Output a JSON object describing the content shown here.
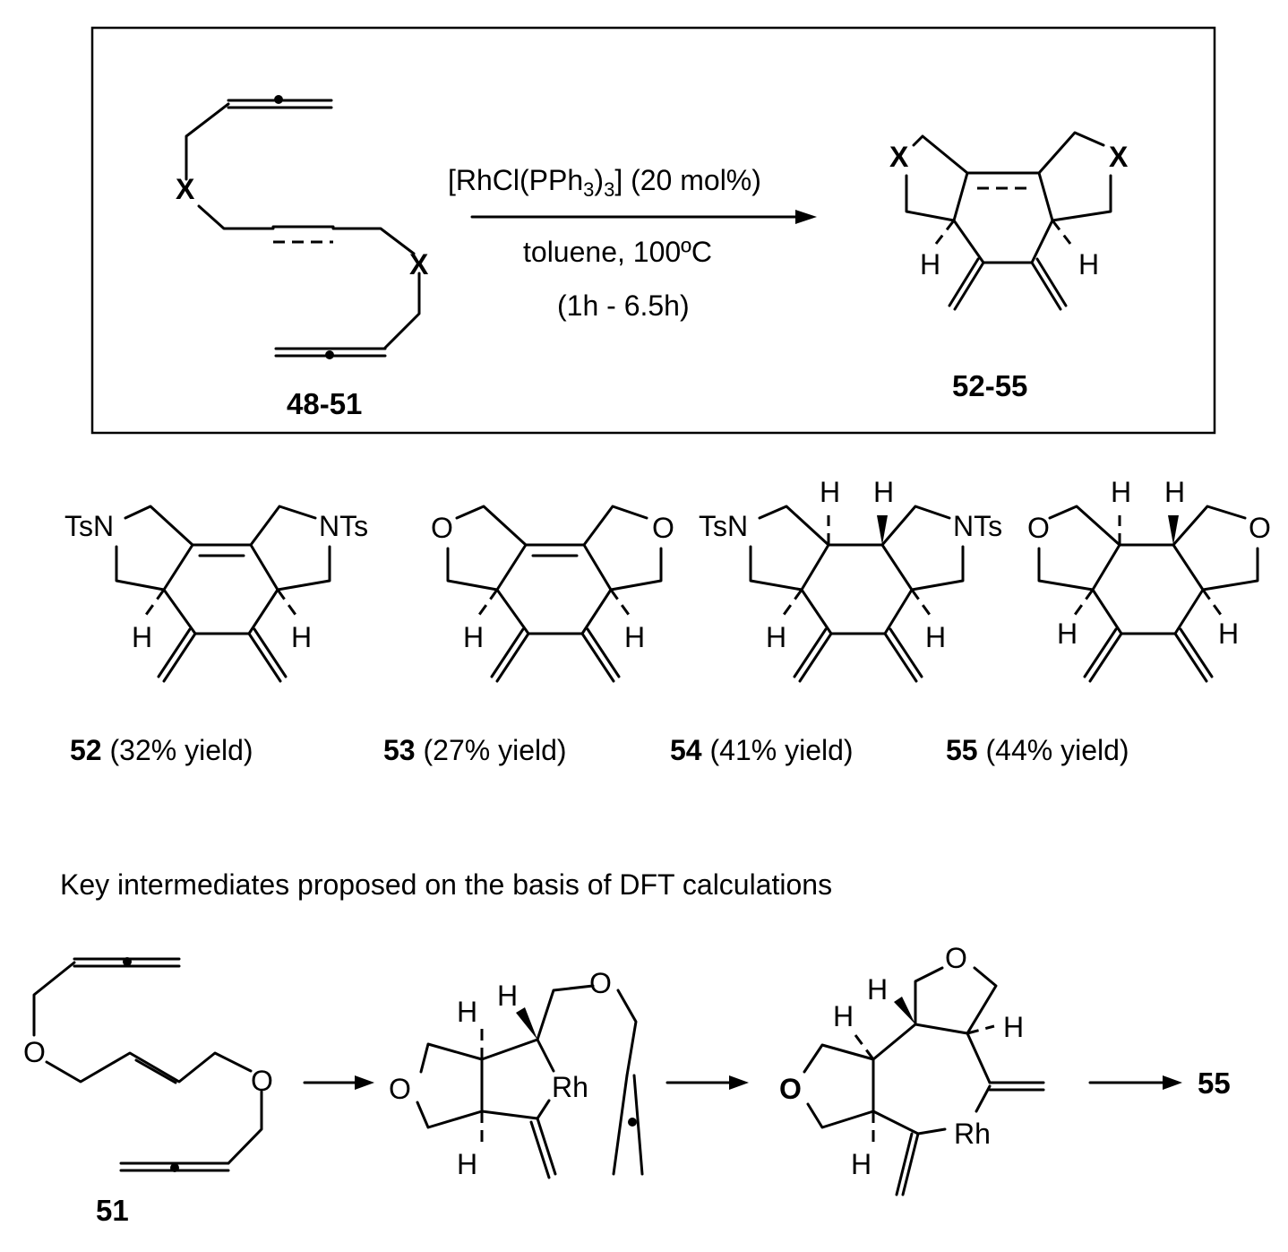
{
  "reaction": {
    "reagent": "[RhCl(PPh",
    "reagent_sub1": "3",
    "reagent_mid": ")",
    "reagent_sub2": "3",
    "reagent_end": "] (20 mol%)",
    "solvent": "toluene, 100ºC",
    "time": "(1h - 6.5h)",
    "substrate_label": "48-51",
    "product_label": "52-55",
    "x_label": "X",
    "h_label": "H"
  },
  "products": [
    {
      "id": "52",
      "yield": "(32% yield)",
      "left_group": "TsN",
      "right_group": "NTs"
    },
    {
      "id": "53",
      "yield": "(27% yield)",
      "left_group": "O",
      "right_group": "O"
    },
    {
      "id": "54",
      "yield": "(41% yield)",
      "left_group": "TsN",
      "right_group": "NTs"
    },
    {
      "id": "55",
      "yield": "(44% yield)",
      "left_group": "O",
      "right_group": "O"
    }
  ],
  "intermediates": {
    "heading": "Key intermediates proposed on the basis of DFT calculations",
    "start_label": "51",
    "end_label": "55",
    "o_label": "O",
    "rh_label": "Rh",
    "h_label": "H"
  }
}
